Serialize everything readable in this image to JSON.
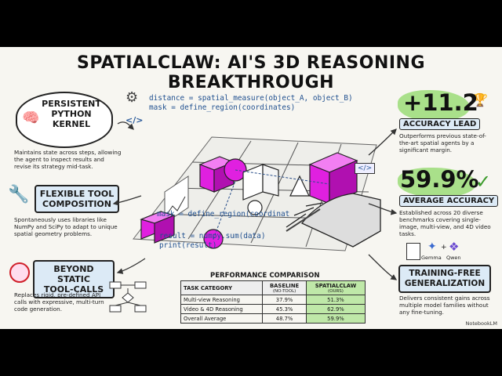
{
  "title": "SPATIALCLAW: AI'S 3D REASONING BREAKTHROUGH",
  "left": {
    "kernel": {
      "heading_line1": "PERSISTENT",
      "heading_line2": "PYTHON",
      "heading_line3": "KERNEL",
      "desc": "Maintains state across steps, allowing the agent to inspect results and revise its strategy mid-task."
    },
    "tool": {
      "heading_line1": "FLEXIBLE TOOL",
      "heading_line2": "COMPOSITION",
      "desc": "Spontaneously uses libraries like NumPy and SciPy to adapt to unique spatial geometry problems."
    },
    "static": {
      "heading_line1": "BEYOND STATIC",
      "heading_line2": "TOOL-CALLS",
      "desc": "Replaces rigid, pre-defined API calls with expressive, multi-turn code generation."
    }
  },
  "code": {
    "line1": "distance = spatial_measure(object_A, object_B)",
    "line2": "mask = define_region(coordinates)",
    "line3": "mask = define_region(coordinat",
    "line4": "result = numpy.sum(data)",
    "line5": "print(result)"
  },
  "right": {
    "lead": {
      "value": "+11.2",
      "label": "ACCURACY LEAD",
      "desc": "Outperforms previous state-of-the-art spatial agents by a significant margin."
    },
    "avg": {
      "value": "59.9%",
      "label": "AVERAGE ACCURACY",
      "desc": "Established across 20 diverse benchmarks covering single-image, multi-view, and 4D video tasks."
    },
    "training": {
      "model1": "Gemma",
      "model2": "Qwen",
      "heading_line1": "TRAINING-FREE",
      "heading_line2": "GENERALIZATION",
      "desc": "Delivers consistent gains across multiple model families without any fine-tuning."
    }
  },
  "table": {
    "title": "PERFORMANCE COMPARISON",
    "headers": {
      "category": "TASK CATEGORY",
      "baseline": "BASELINE",
      "baseline_sub": "(NO-TOOL)",
      "spatial": "SPATIALCLAW",
      "spatial_sub": "(OURS)"
    },
    "rows": [
      {
        "category": "Multi-view Reasoning",
        "baseline": "37.9%",
        "spatial": "51.3%"
      },
      {
        "category": "Video & 4D Reasoning",
        "baseline": "45.3%",
        "spatial": "62.9%"
      },
      {
        "category": "Overall Average",
        "baseline": "48.7%",
        "spatial": "59.9%"
      }
    ]
  },
  "footer": "NotebookLM",
  "colors": {
    "accent_blue": "#dceaf6",
    "accent_green": "#a9e08a",
    "magenta": "#e020e0",
    "code_blue": "#1f4f8f"
  }
}
